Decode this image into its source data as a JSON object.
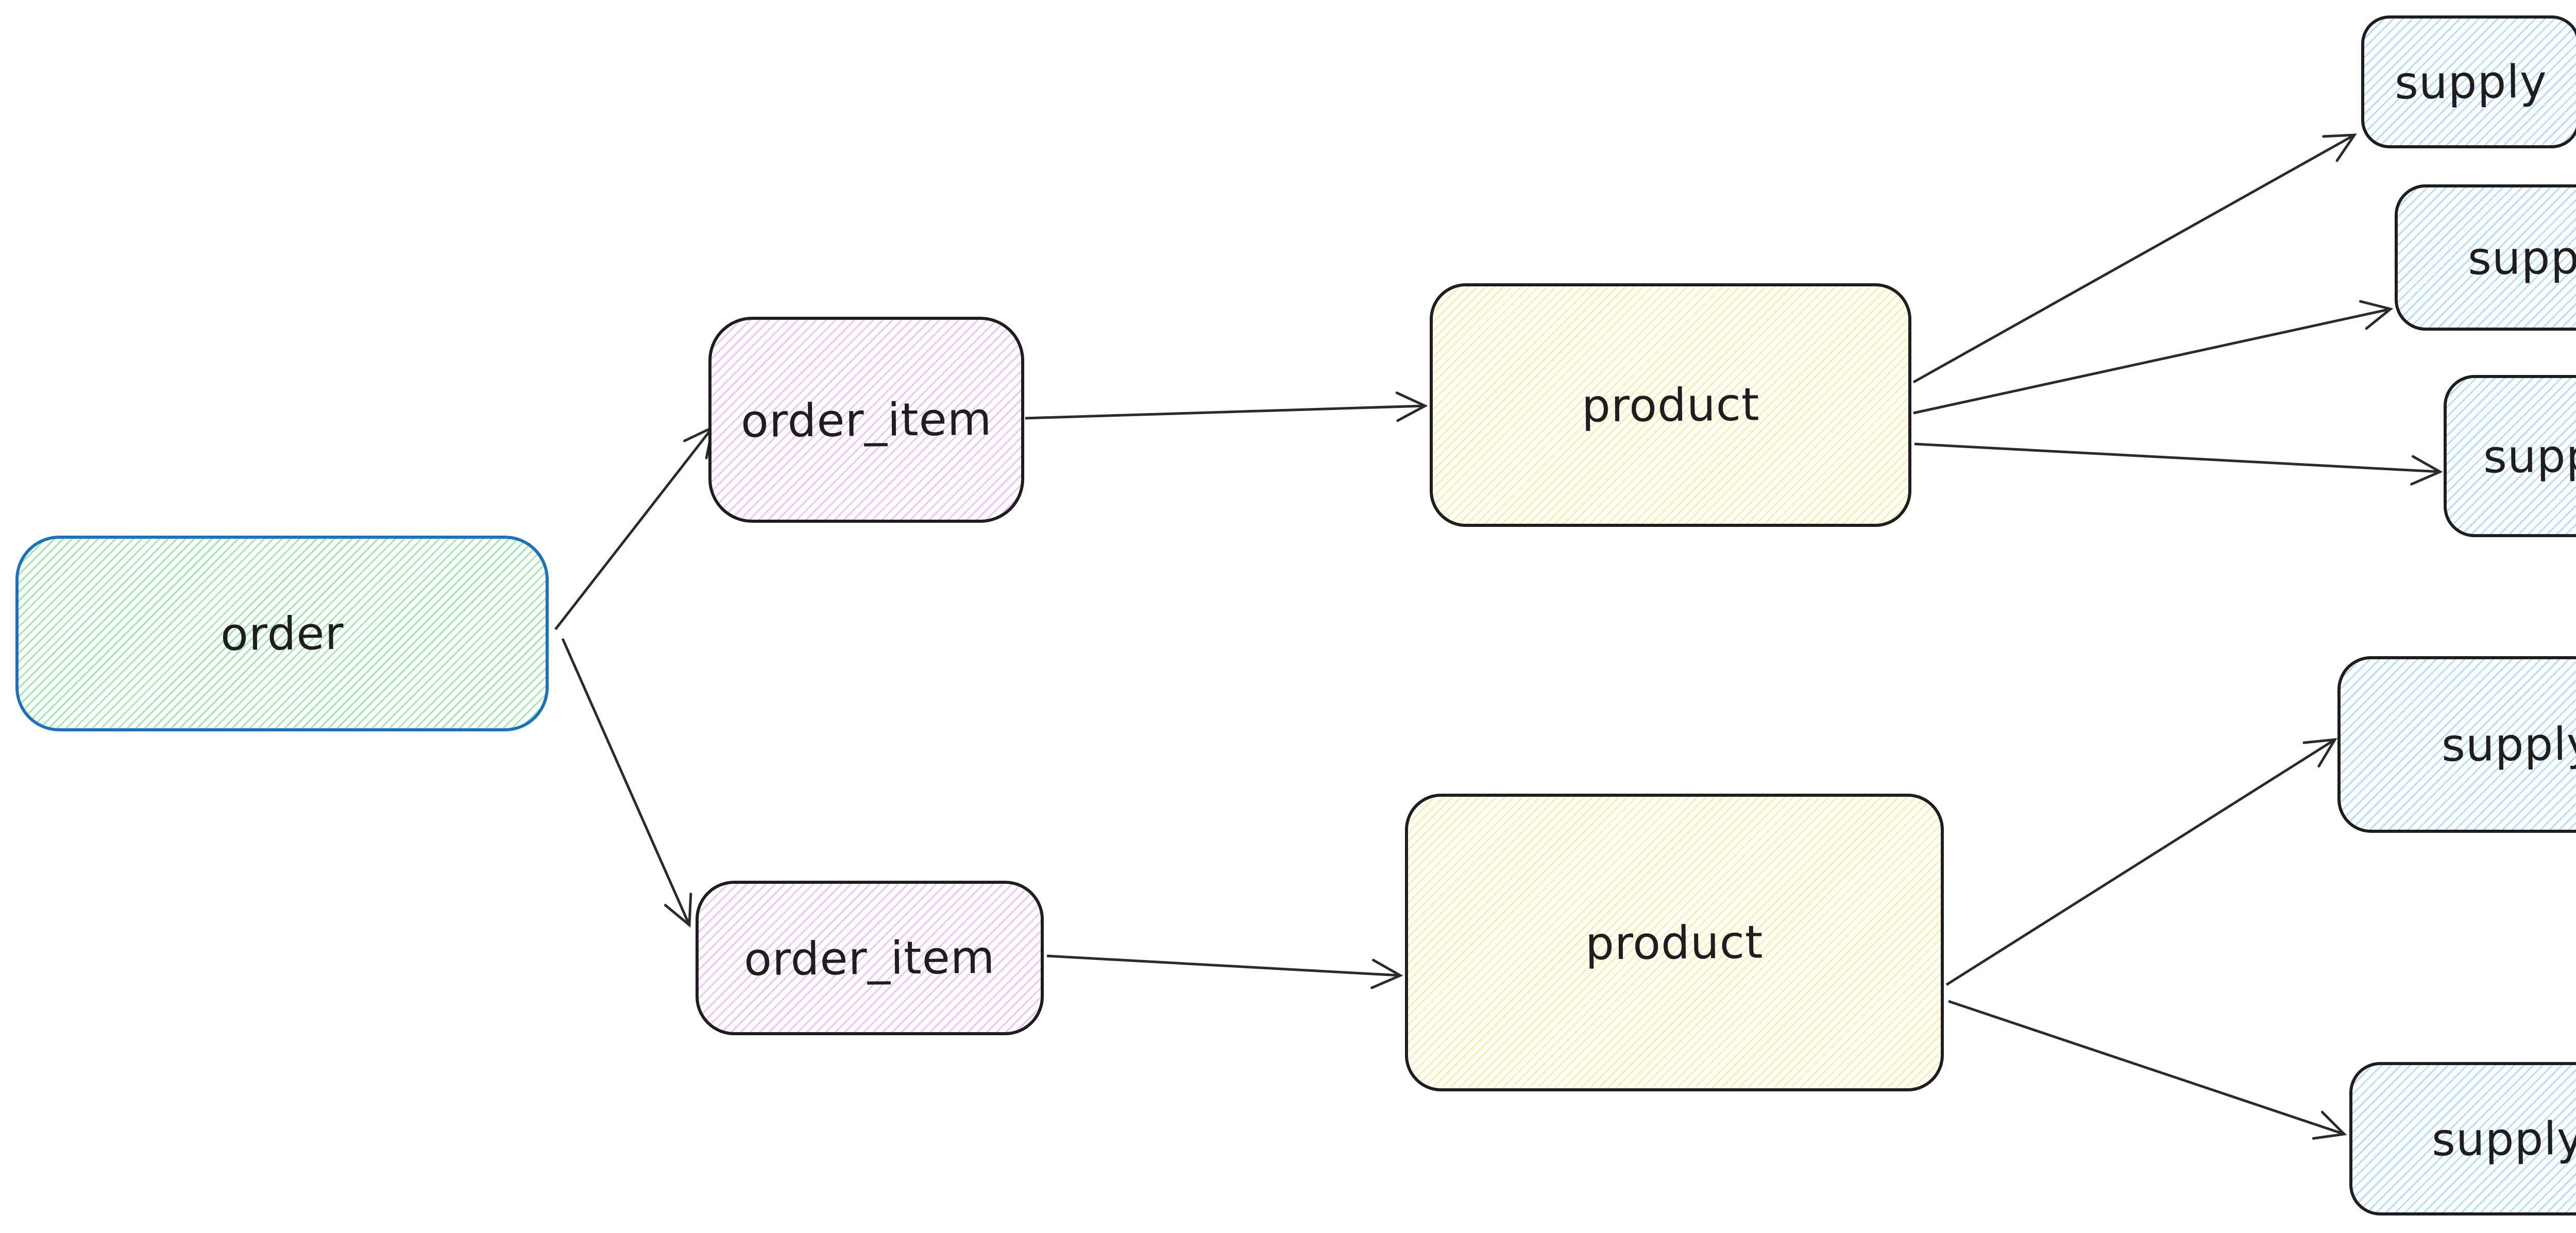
{
  "diagram": {
    "nodes": {
      "order": {
        "label": "order"
      },
      "order_item_1": {
        "label": "order_item"
      },
      "order_item_2": {
        "label": "order_item"
      },
      "product_1": {
        "label": "product"
      },
      "product_2": {
        "label": "product"
      },
      "supply_1": {
        "label": "supply"
      },
      "supply_2": {
        "label": "supply"
      },
      "supply_3": {
        "label": "supply"
      },
      "supply_4": {
        "label": "supply"
      },
      "supply_5": {
        "label": "supply"
      }
    },
    "edges": [
      {
        "from": "order",
        "to": "order_item_1"
      },
      {
        "from": "order",
        "to": "order_item_2"
      },
      {
        "from": "order_item_1",
        "to": "product_1"
      },
      {
        "from": "product_1",
        "to": "supply_1"
      },
      {
        "from": "product_1",
        "to": "supply_2"
      },
      {
        "from": "product_1",
        "to": "supply_3"
      },
      {
        "from": "order_item_2",
        "to": "product_2"
      },
      {
        "from": "product_2",
        "to": "supply_4"
      },
      {
        "from": "product_2",
        "to": "supply_5"
      }
    ],
    "colors": {
      "canvas_bg": "#ffffff",
      "order_stroke": "#1971c2",
      "order_hatch": "#69db7c",
      "entity_stroke": "#1e1e1e",
      "order_item_hatch": "#e599f7",
      "product_hatch": "#ffd43b",
      "supply_hatch": "#74c0fc",
      "edge_stroke": "#2b2b2b",
      "label_color": "#1e1e1e"
    }
  }
}
